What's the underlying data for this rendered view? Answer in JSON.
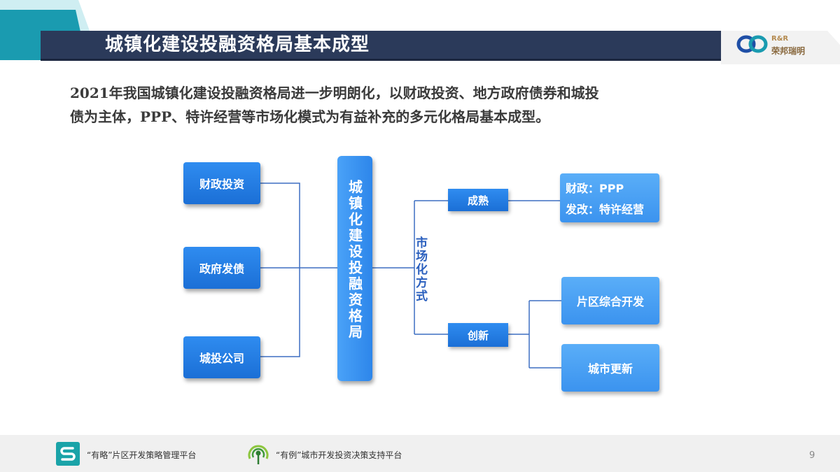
{
  "header": {
    "title": "城镇化建设投融资格局基本成型",
    "logo": {
      "en": "R&R",
      "cn": "荣邦瑞明"
    }
  },
  "intro": {
    "line1": "2021年我国城镇化建设投融资格局进一步明朗化，以财政投资、地方政府债券和城投",
    "line2": "债为主体，PPP、特许经营等市场化模式为有益补充的多元化格局基本成型。"
  },
  "diagram": {
    "left_nodes": [
      "财政投资",
      "政府发债",
      "城投公司"
    ],
    "center": "城镇化建设投融资格局",
    "market_label": "市场化方式",
    "mid_nodes": [
      "成熟",
      "创新"
    ],
    "mature_detail": [
      "财政：PPP",
      "发改：特许经营"
    ],
    "innovation_detail": [
      "片区综合开发",
      "城市更新"
    ]
  },
  "footer": {
    "item1": "“有略”片区开发策略管理平台",
    "item2": "“有例”城市开发投资决策支持平台",
    "page": "9"
  },
  "colors": {
    "title_bar": "#2b3a5a",
    "accent_teal": "#1a9bb0",
    "node_blue": "#1b6fd6",
    "light_blue": "#4aa2f8",
    "line_blue": "#3d6fc2",
    "footer_bg": "#f0f0f0"
  }
}
